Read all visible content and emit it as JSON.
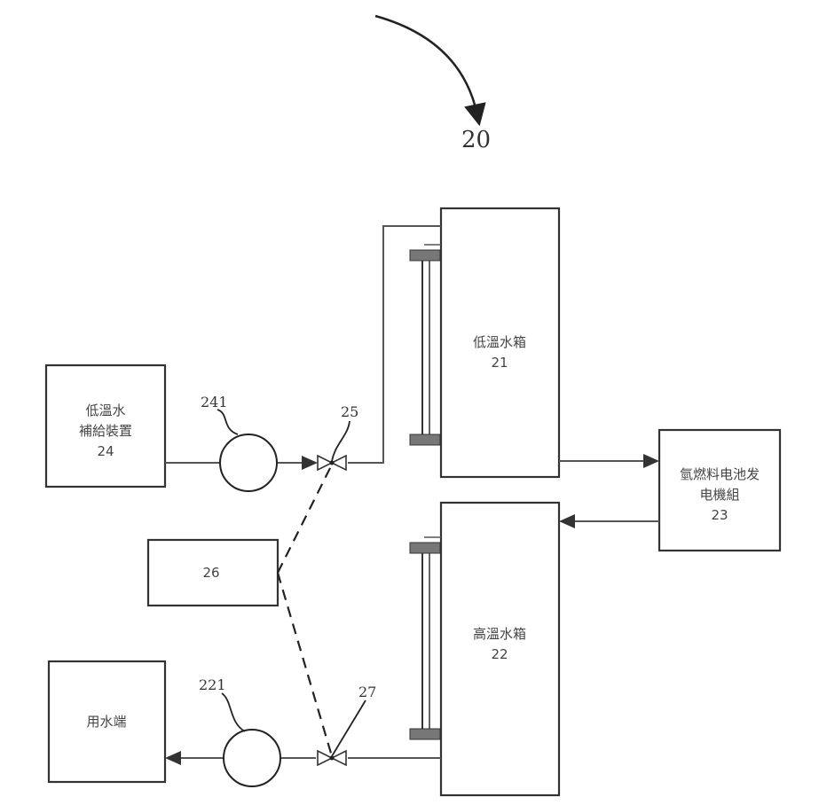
{
  "figure_ref": "20",
  "blocks": {
    "low_temp_supply": {
      "lines": [
        "低溫水",
        "補給裝置"
      ],
      "ref": "24"
    },
    "low_temp_tank": {
      "lines": [
        "低溫水箱"
      ],
      "ref": "21"
    },
    "high_temp_tank": {
      "lines": [
        "高溫水箱"
      ],
      "ref": "22"
    },
    "fuel_cell": {
      "lines": [
        "氫燃料电池发",
        "电機組"
      ],
      "ref": "23"
    },
    "controller": {
      "ref": "26"
    },
    "water_use": {
      "lines": [
        "用水端"
      ]
    }
  },
  "components": {
    "pump_supply": {
      "ref": "241"
    },
    "valve_supply": {
      "ref": "25"
    },
    "pump_use": {
      "ref": "221"
    },
    "valve_use": {
      "ref": "27"
    }
  },
  "colors": {
    "line": "#333333",
    "pipe": "#555555",
    "background": "#ffffff"
  }
}
